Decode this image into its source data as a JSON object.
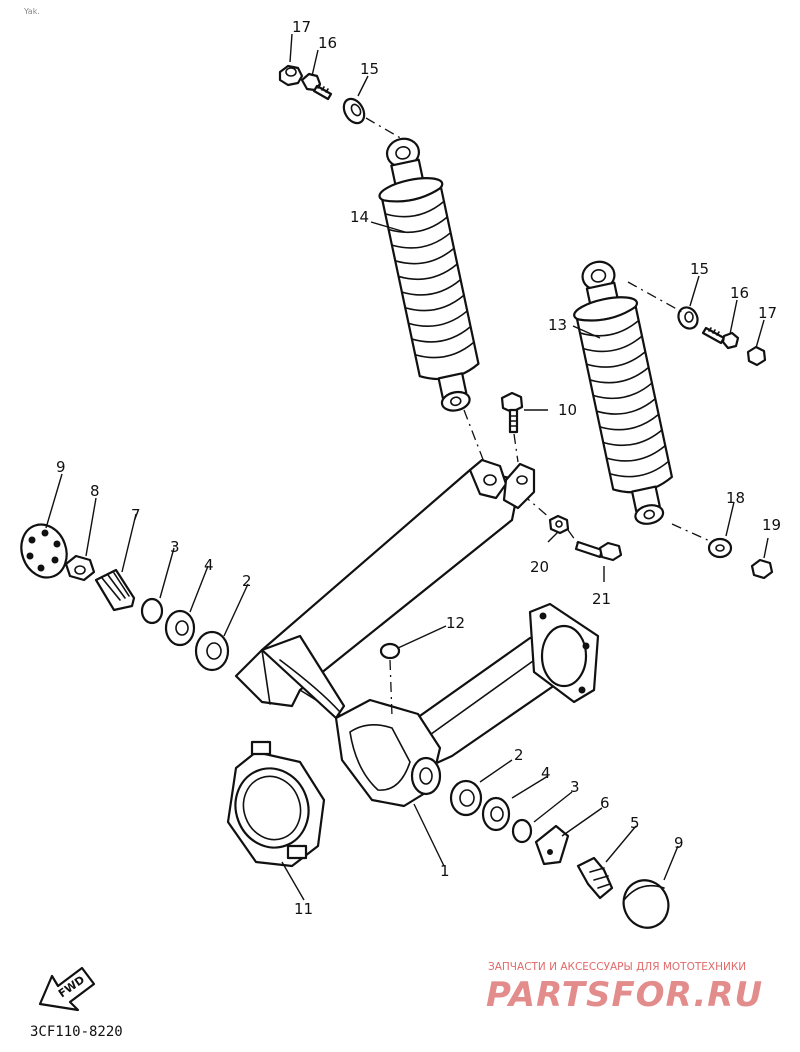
{
  "diagram": {
    "diagram_code": "3CF110-8220",
    "fwd_label": "FWD",
    "callouts": {
      "c17a": "17",
      "c16a": "16",
      "c15a": "15",
      "c14": "14",
      "c15b": "15",
      "c16b": "16",
      "c17b": "17",
      "c13": "13",
      "c10": "10",
      "c9a": "9",
      "c8": "8",
      "c7": "7",
      "c3a": "3",
      "c4a": "4",
      "c2a": "2",
      "c12": "12",
      "c20": "20",
      "c21": "21",
      "c18": "18",
      "c19": "19",
      "c2b": "2",
      "c4b": "4",
      "c3b": "3",
      "c6": "6",
      "c5": "5",
      "c9b": "9",
      "c1": "1",
      "c11": "11"
    }
  },
  "watermark": {
    "tagline": "ЗАПЧАСТИ И АКСЕССУАРЫ ДЛЯ МОТОТЕХНИКИ",
    "brand": "PARTSFOR.RU",
    "color": "#e06a6a"
  },
  "corner_mark": "Yak."
}
